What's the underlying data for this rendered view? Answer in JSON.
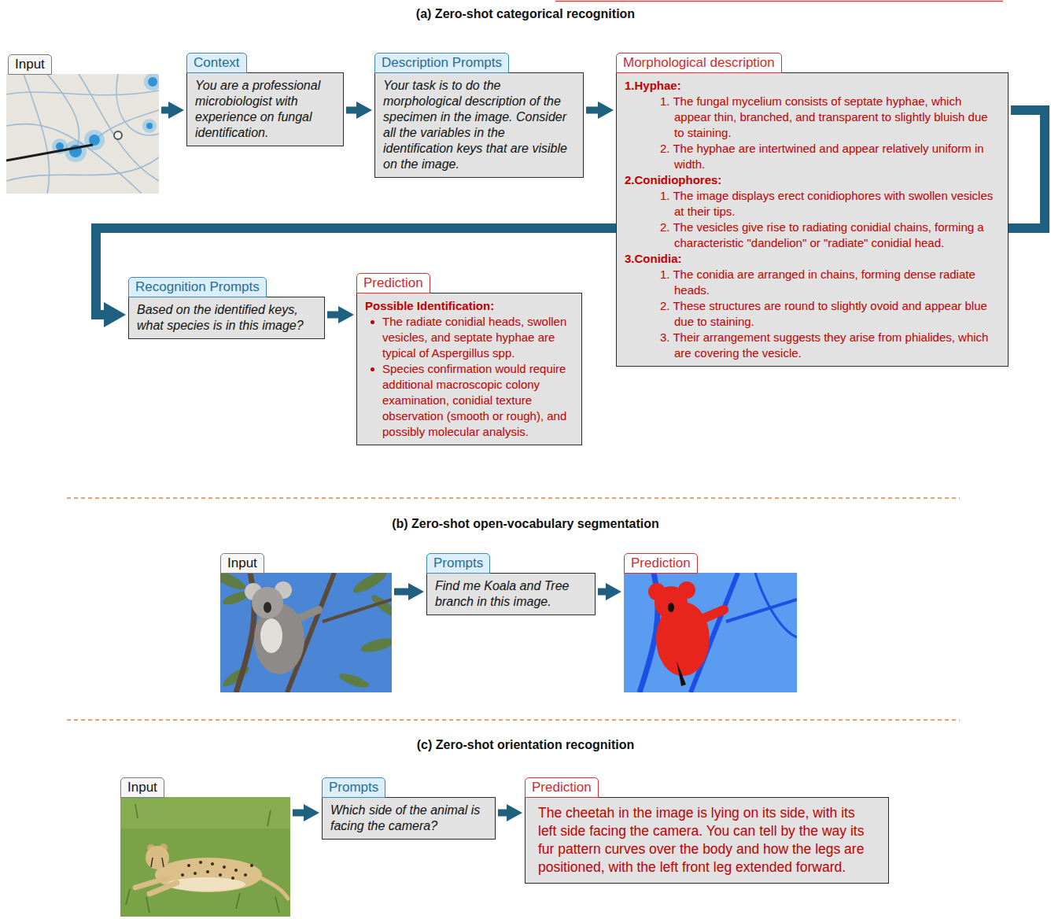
{
  "diagram": {
    "nodes": [
      {
        "text": [
          "Input"
        ]
      },
      {
        "text": [
          "Context",
          "You are a professional microbiologist with experience on fungal identification."
        ]
      },
      {
        "text": [
          "Description Prompts",
          "Your task is to do the morphological description of the specimen in the image. Consider all the variables in the identification keys that are visible on the image."
        ]
      },
      {
        "text": [
          "Morphological description",
          "1.Hyphae:",
          "1. The fungal mycelium consists of septate hyphae, which appear thin, branched, and transparent to slightly bluish due to staining.",
          "2. The hyphae are intertwined and appear relatively uniform in width.",
          "2.Conidiophores:",
          "1. The image displays erect conidiophores with swollen vesicles at their tips.",
          "2. The vesicles give rise to radiating conidial chains, forming a characteristic \"dandelion\" or \"radiate\" conidial head.",
          "3.Conidia:",
          "1. The conidia are arranged in chains, forming dense radiate heads.",
          "2. These structures are round to slightly ovoid and appear blue due to staining.",
          "3. Their arrangement suggests they arise from phialides, which are covering the vesicle."
        ]
      },
      {
        "text": [
          "Recognition Prompts",
          "Based on the identified keys, what species is in this image?"
        ]
      },
      {
        "text": [
          "Prediction",
          "Possible Identification:",
          "The radiate conidial heads, swollen vesicles, and septate hyphae are typical of Aspergillus spp.",
          "Species confirmation would require additional macroscopic colony examination, conidial texture observation (smooth or rough), and possibly molecular analysis."
        ]
      },
      {
        "text": [
          "Input"
        ]
      },
      {
        "text": [
          "Prompts",
          "Find me Koala and Tree branch in this image."
        ]
      },
      {
        "text": [
          "Prediction"
        ]
      },
      {
        "text": [
          "Input"
        ]
      },
      {
        "text": [
          "Prompts",
          "Which side of the animal is facing the camera?"
        ]
      },
      {
        "text": [
          "Prediction",
          "The cheetah in the image is lying on its side, with its left side facing the camera. You can tell by the way its fur pattern curves over the body and how the legs are positioned, with the left front leg extended forward."
        ]
      }
    ],
    "edges": [
      {
        "from": 0,
        "to": 1,
        "arrow": "to"
      },
      {
        "from": 1,
        "to": 2,
        "arrow": "to"
      },
      {
        "from": 2,
        "to": 3,
        "arrow": "to"
      },
      {
        "from": 3,
        "to": 4,
        "arrow": "to"
      },
      {
        "from": 4,
        "to": 5,
        "arrow": "to"
      },
      {
        "from": 6,
        "to": 7,
        "arrow": "to"
      },
      {
        "from": 7,
        "to": 8,
        "arrow": "to"
      },
      {
        "from": 9,
        "to": 10,
        "arrow": "to"
      },
      {
        "from": 10,
        "to": 11,
        "arrow": "to"
      }
    ],
    "labels": [
      "(a) Zero-shot categorical recognition",
      "(b) Zero-shot open-vocabulary segmentation",
      "(c) Zero-shot orientation recognition"
    ]
  }
}
